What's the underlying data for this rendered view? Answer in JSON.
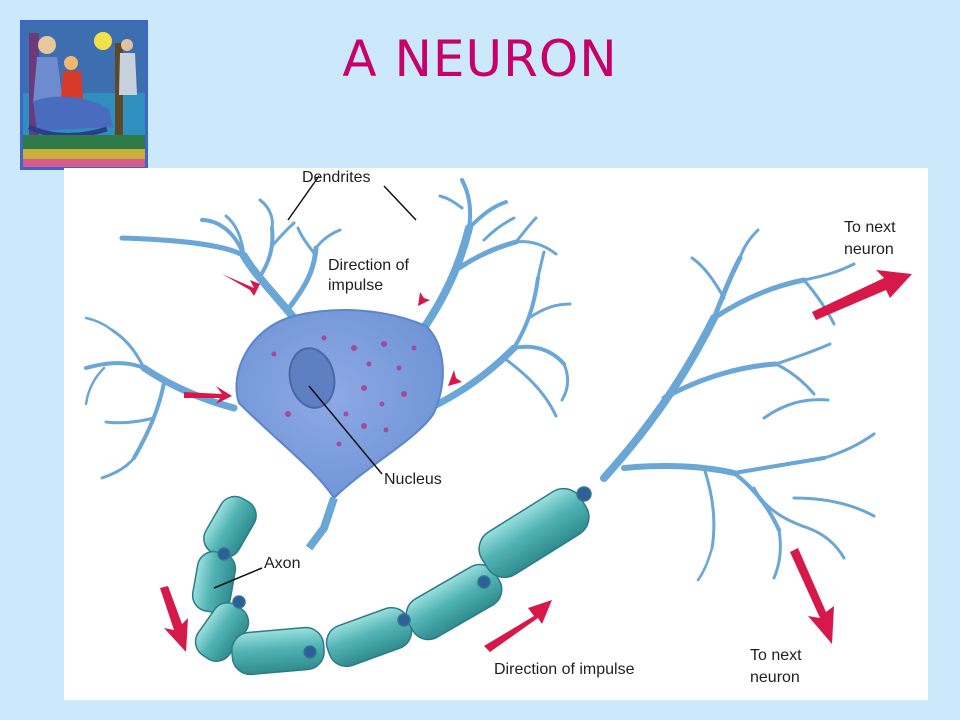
{
  "slide": {
    "title": "A NEURON"
  },
  "diagram": {
    "labels": {
      "dendrites": "Dendrites",
      "direction_top_line1": "Direction of",
      "direction_top_line2": "impulse",
      "nucleus": "Nucleus",
      "axon": "Axon",
      "direction_bottom": "Direction of impulse",
      "next_top_line1": "To next",
      "next_top_line2": "neuron",
      "next_bottom_line1": "To next",
      "next_bottom_line2": "neuron"
    },
    "colors": {
      "dendrite_blue": "#6aa6d6",
      "cell_body": "#7d9fde",
      "myelin": "#52b3b4",
      "arrow": "#d6184a",
      "title": "#c8006a",
      "background": "#cce8fb"
    }
  }
}
